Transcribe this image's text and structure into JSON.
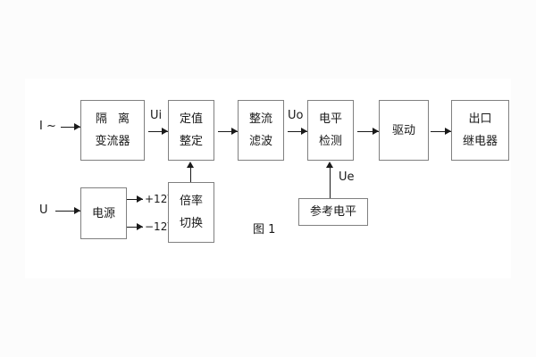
{
  "figure": {
    "caption": "图 1",
    "background": "#ffffff",
    "page_background": "#fcfcfc",
    "box_border_color": "#808080",
    "line_color": "#1a1a1a"
  },
  "inputs": [
    {
      "id": "current-input",
      "label": "I ~"
    },
    {
      "id": "voltage-input",
      "label": "U"
    }
  ],
  "signal_labels": [
    {
      "id": "ui",
      "label": "Ui"
    },
    {
      "id": "uo",
      "label": "Uo"
    },
    {
      "id": "ue",
      "label": "Ue"
    }
  ],
  "supply_rails": [
    {
      "id": "rail-positive",
      "label": "+12V"
    },
    {
      "id": "rail-negative",
      "label": "−12V"
    }
  ],
  "blocks": [
    {
      "id": "isolation-transformer",
      "lines": [
        "隔 离",
        "变流器"
      ]
    },
    {
      "id": "setpoint-adjust",
      "lines": [
        "定值",
        "整定"
      ]
    },
    {
      "id": "rectify-filter",
      "lines": [
        "整流",
        "滤波"
      ]
    },
    {
      "id": "level-detect",
      "lines": [
        "电平",
        "检测"
      ]
    },
    {
      "id": "driver",
      "lines": [
        "驱动"
      ]
    },
    {
      "id": "output-relay",
      "lines": [
        "出口",
        "继电器"
      ]
    },
    {
      "id": "power-supply",
      "lines": [
        "电源"
      ]
    },
    {
      "id": "multiplier-switch",
      "lines": [
        "倍率",
        "切换"
      ]
    },
    {
      "id": "reference-level",
      "lines": [
        "参考电平"
      ]
    }
  ]
}
